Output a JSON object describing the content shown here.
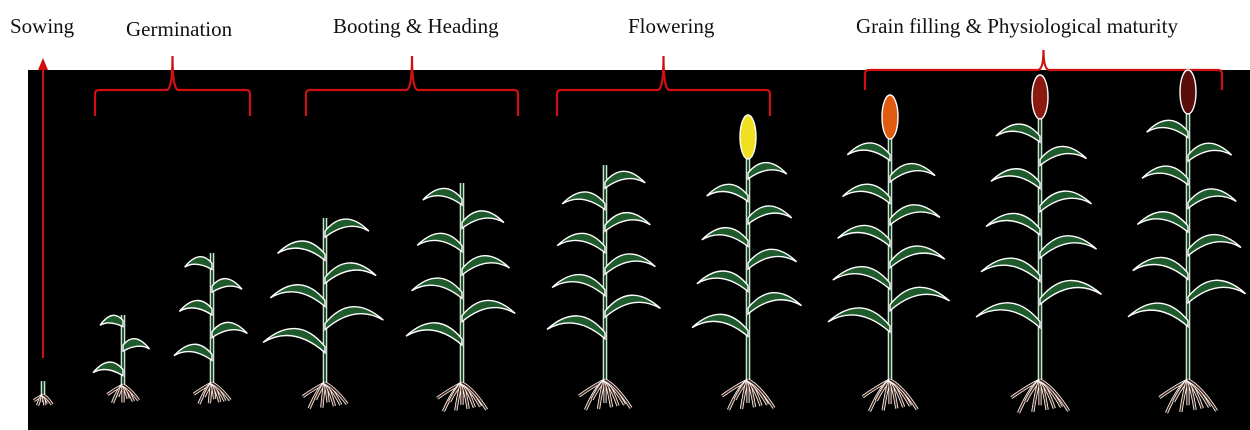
{
  "diagram": {
    "stages": [
      {
        "label": "Sowing"
      },
      {
        "label": "Germination"
      },
      {
        "label": "Booting & Heading"
      },
      {
        "label": "Flowering"
      },
      {
        "label": "Grain filling & Physiological maturity"
      }
    ],
    "colors": {
      "background": "#000000",
      "bracket": "#d01010",
      "leaf": "#1f5a2c",
      "outline": "#ffffff",
      "root": "#4a2618",
      "panicle_flowering": "#f0e020",
      "panicle_grain_1": "#e05a10",
      "panicle_grain_2": "#8a1a10",
      "panicle_grain_3": "#5a0e0c"
    }
  }
}
